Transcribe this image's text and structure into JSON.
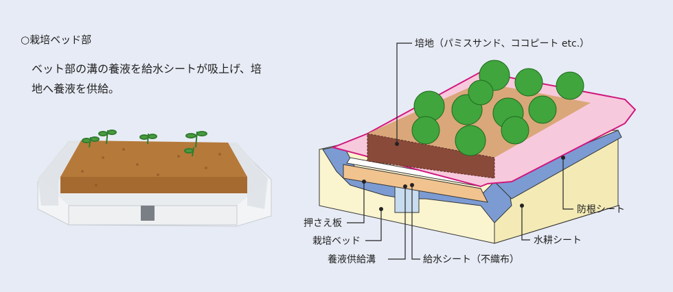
{
  "section": {
    "title": "○栽培ベッド部",
    "description_line1": "ベット部の溝の養液を給水シートが吸上げ、培",
    "description_line2": "地へ養液を供給。"
  },
  "diagram": {
    "labels": {
      "medium": "培地（パミスサンド、ココピート etc.）",
      "root_sheet": "防根シート",
      "waterproof_sheet": "水耕シート",
      "press_plate": "押さえ板",
      "bed": "栽培ベッド",
      "nutrient_channel": "養液供給溝",
      "feed_sheet": "給水シート（不織布）"
    }
  },
  "colors": {
    "background": "#e7ebf5",
    "bed_body": "#faf4cf",
    "waterproof_sheet": "#7c9bd3",
    "root_sheet": "#f7c9dc",
    "root_sheet_edge": "#d0177e",
    "medium": "#8a4a3a",
    "plants": "#3fa53c"
  }
}
